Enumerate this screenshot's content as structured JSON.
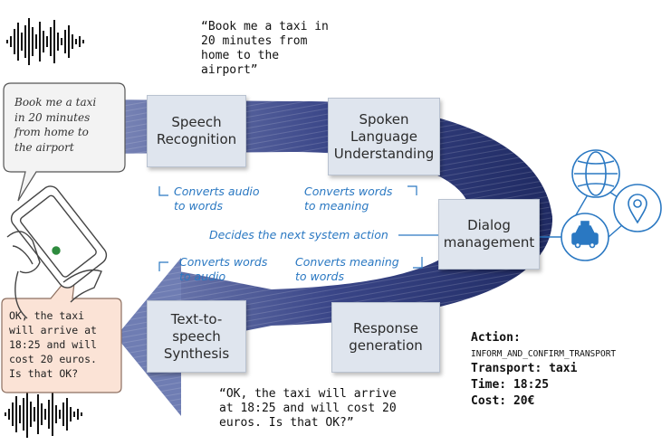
{
  "modules": {
    "asr": "Speech\nRecognition",
    "slu": "Spoken\nLanguage\nUnderstanding",
    "dm": "Dialog\nmanagement",
    "nlg": "Response\ngeneration",
    "tts": "Text-to-\nspeech\nSynthesis"
  },
  "annotations": {
    "asr": "Converts audio\nto words",
    "slu": "Converts words\nto meaning",
    "dm": "Decides the next system action",
    "tts": "Converts words\nto audio",
    "nlg": "Converts meaning\nto words"
  },
  "user_utterance": "“Book me a taxi in\n20 minutes from\nhome to the\nairport”",
  "user_bubble": "Book me a taxi\nin 20 minutes\nfrom home to\nthe airport",
  "system_utterance": "“OK, the taxi will arrive\nat 18:25 and will cost 20\neuros. Is that OK?”",
  "system_bubble": "OK, the taxi\nwill arrive at\n18:25 and will\ncost 20 euros.\nIs that OK?",
  "action": {
    "label": "Action:",
    "name": "INFORM_AND_CONFIRM_TRANSPORT",
    "transport": "Transport: taxi",
    "time": "Time: 18:25",
    "cost": "Cost: 20€"
  },
  "colors": {
    "arrow": "#2e3a78",
    "annotation": "#2a78c2",
    "module_fill": "#dfe5ee",
    "bubble_system": "#fbe3d6",
    "icon_circle": "#2a78c2"
  },
  "icons": [
    "globe-icon",
    "taxi-icon",
    "location-pin-icon",
    "phone-icon",
    "waveform-icon"
  ]
}
